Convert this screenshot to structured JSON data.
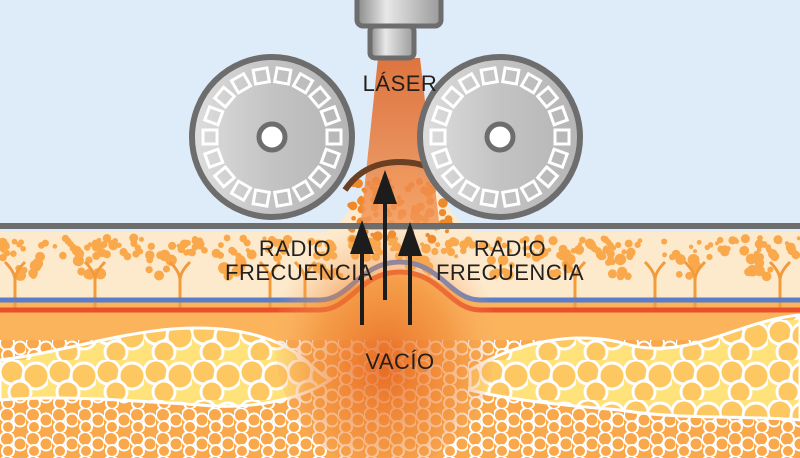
{
  "diagram": {
    "title": "Láser, radiofrecuencia y vacío sobre capas de piel",
    "labels": {
      "laser": "LÁSER",
      "rf_left_line1": "RADIO",
      "rf_left_line2": "FRECUENCIA",
      "rf_right_line1": "RADIO",
      "rf_right_line2": "FRECUENCIA",
      "vacuum": "VACÍO"
    },
    "components": [
      {
        "name": "laser-emitter",
        "label": "LÁSER"
      },
      {
        "name": "left-roller",
        "label": "RADIO FRECUENCIA"
      },
      {
        "name": "right-roller",
        "label": "RADIO FRECUENCIA"
      },
      {
        "name": "suction-arrows",
        "label": "VACÍO",
        "count": 3
      }
    ],
    "roller_slot_count": 18,
    "colors": {
      "sky": "#deecf9",
      "roller_fill": "#c8c8c8",
      "roller_stroke": "#6d6d6d",
      "laser_beam": "#e0692a",
      "skin_top": "#fde9cc",
      "dermis": "#fbb45c",
      "fat_cells": "#f9a94b",
      "vein": "#5b7cc6",
      "artery": "#e8502a",
      "arrow": "#1c1c1c",
      "text": "#231f1c"
    }
  }
}
